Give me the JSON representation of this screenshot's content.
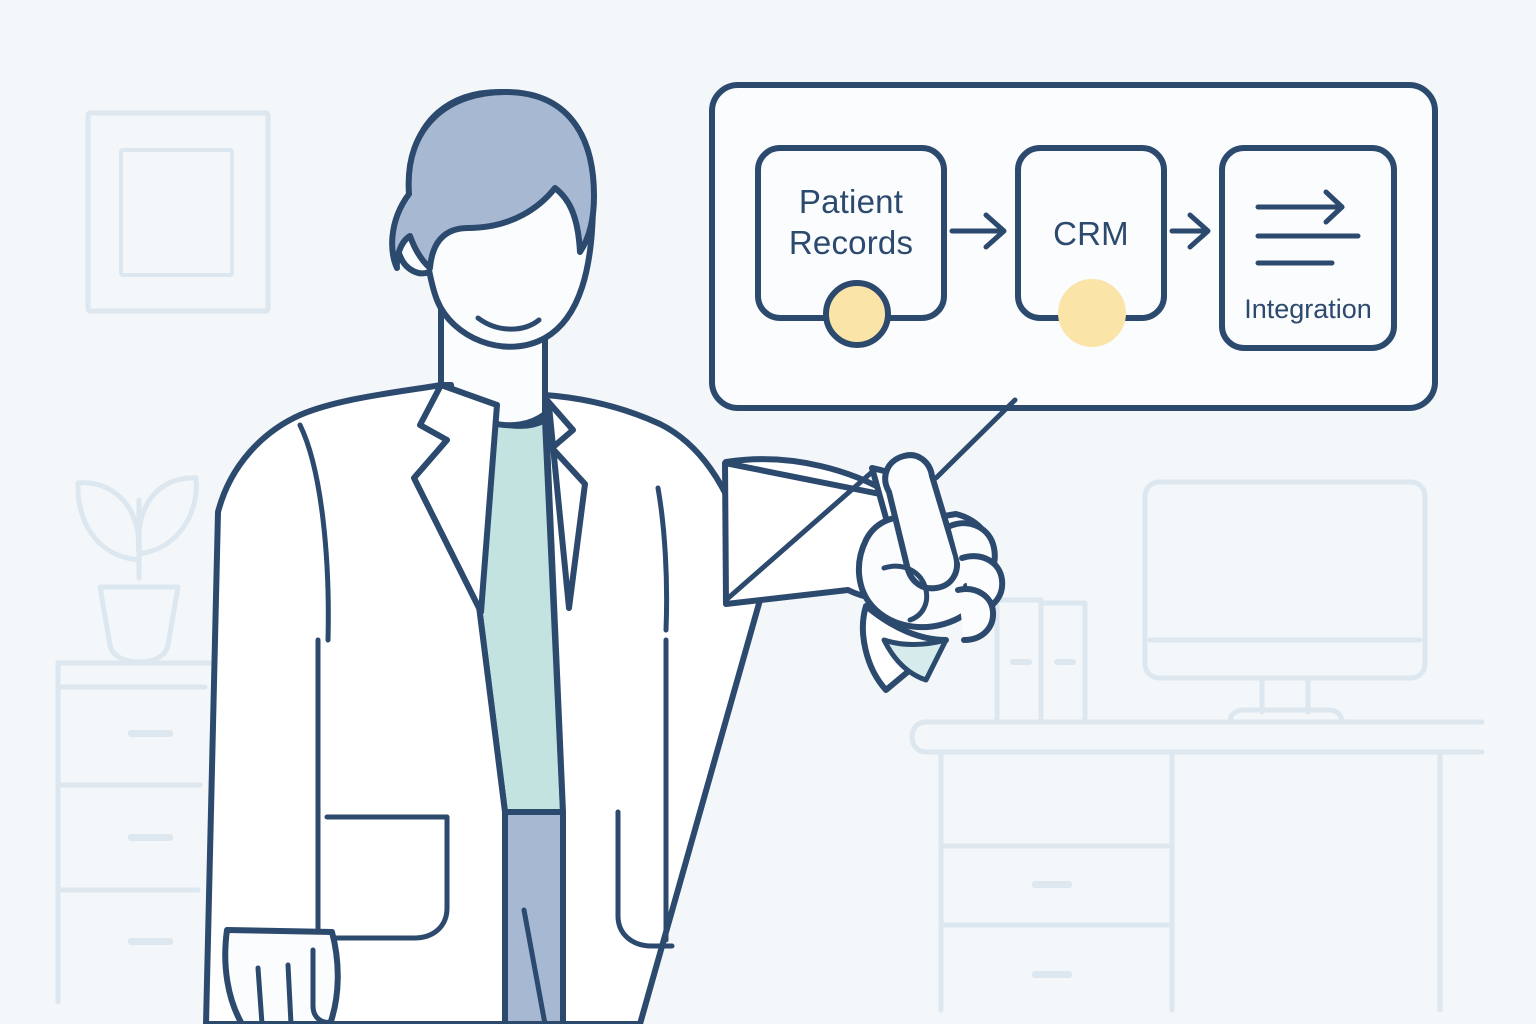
{
  "scene": {
    "title": "Healthcare professional pointing at CRM integration flow diagram",
    "background_color": "#f4f7f9",
    "ink_color": "#2c4a6e",
    "accent_color": "#fbe4a8",
    "muted_line_color": "#dce7f0",
    "shirt_color": "#c3e3e0",
    "hair_color": "#a7b8d2",
    "pants_color": "#a7b8d2"
  },
  "whiteboard": {
    "name": "flow-diagram-panel",
    "nodes": [
      {
        "id": "patient-records",
        "label_line1": "Patient",
        "label_line2": "Records",
        "highlight_dot": "outlined",
        "dot_color": "#fbe4a8"
      },
      {
        "id": "crm",
        "label_line1": "CRM",
        "label_line2": "",
        "highlight_dot": "plain",
        "dot_color": "#fbe4a8"
      },
      {
        "id": "integration",
        "label_line1": "Integration",
        "label_line2": "",
        "highlight_dot": "none",
        "icon": "lines-with-arrow-icon"
      }
    ],
    "connectors": [
      {
        "from": "patient-records",
        "to": "crm",
        "icon": "arrow-right-icon"
      },
      {
        "from": "crm",
        "to": "integration",
        "icon": "arrow-right-icon"
      }
    ]
  },
  "person": {
    "name": "doctor-figure",
    "garment": "lab-coat",
    "pose": "pointing-at-crm-node"
  },
  "background_props": [
    {
      "name": "wall-picture-frame"
    },
    {
      "name": "potted-plant"
    },
    {
      "name": "filing-cabinet"
    },
    {
      "name": "desk"
    },
    {
      "name": "desktop-monitor"
    },
    {
      "name": "binders"
    }
  ]
}
